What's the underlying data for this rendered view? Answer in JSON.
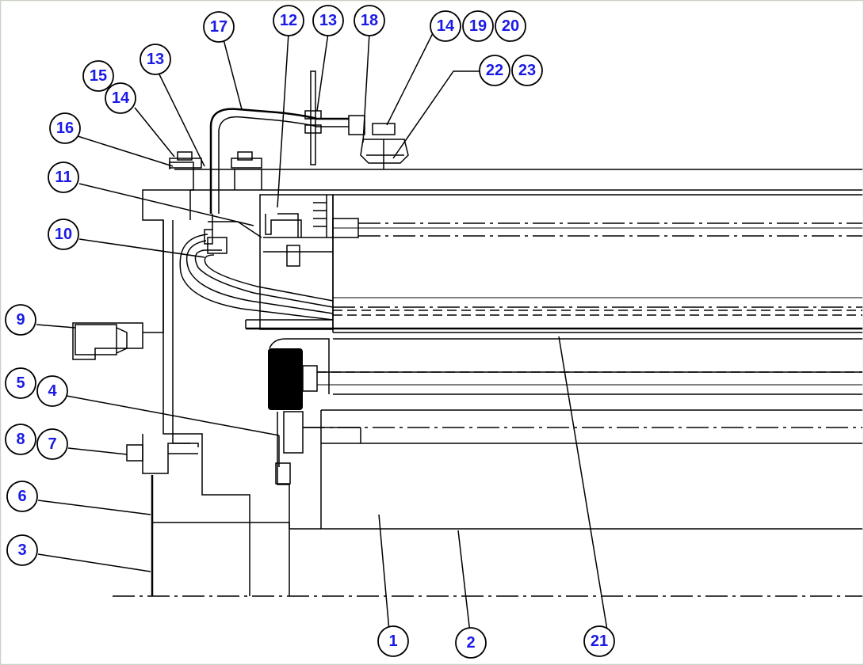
{
  "colors": {
    "callout_text": "#1a1ae6",
    "line": "#000000",
    "background": "#ffffff",
    "frame": "#c9d2c5"
  },
  "callouts": [
    "1",
    "2",
    "3",
    "4",
    "5",
    "6",
    "7",
    "8",
    "9",
    "10",
    "11",
    "12",
    "13",
    "13",
    "14",
    "14",
    "15",
    "16",
    "17",
    "18",
    "19",
    "20",
    "21",
    "22",
    "23"
  ]
}
